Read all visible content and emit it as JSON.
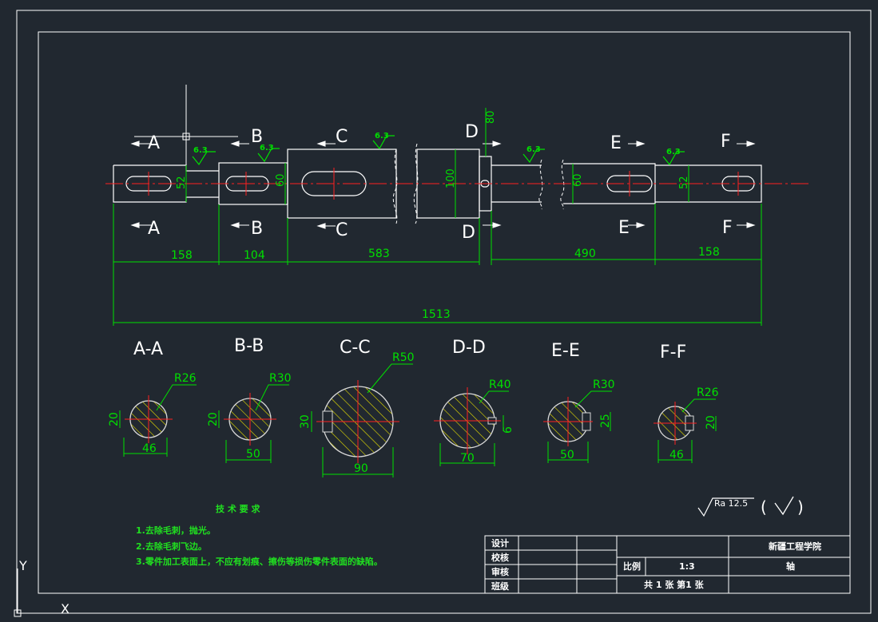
{
  "colors": {
    "background": "#212830",
    "line": "#ffffff",
    "dimension": "#00e000",
    "center": "#ff2020",
    "hatch": "#e8e000",
    "section": "#d8d8d8",
    "notes": "#20e020"
  },
  "section_labels": {
    "a": "A",
    "b": "B",
    "c": "C",
    "d": "D",
    "e": "E",
    "f": "F"
  },
  "roughness_tag": "6.3",
  "dims": {
    "a_dia": "52",
    "b_dia": "60",
    "d_top": "80",
    "c_dia": "100",
    "e_dia": "60",
    "f_dia": "52",
    "l1": "158",
    "l2": "104",
    "l3": "583",
    "l4": "490",
    "l5": "158",
    "total": "1513"
  },
  "sections": [
    {
      "title": "A-A",
      "radius": "R26",
      "key": "20",
      "width": "46"
    },
    {
      "title": "B-B",
      "radius": "R30",
      "key": "20",
      "width": "50"
    },
    {
      "title": "C-C",
      "radius": "R50",
      "key": "30",
      "width": "90"
    },
    {
      "title": "D-D",
      "radius": "R40",
      "key": "6",
      "width": "70"
    },
    {
      "title": "E-E",
      "radius": "R30",
      "key": "25",
      "width": "50"
    },
    {
      "title": "F-F",
      "radius": "R26",
      "key": "20",
      "width": "46"
    }
  ],
  "tech": {
    "title": "技 术 要 求",
    "items": [
      "1.去除毛刺，抛光。",
      "2.去除毛刺飞边。",
      "3.零件加工表面上，不应有划痕、擦伤等损伤零件表面的缺陷。"
    ]
  },
  "roughness_general": {
    "label": "Ra 12.5",
    "paren_open": "(",
    "paren_close": ")"
  },
  "title_block": {
    "design": "设计",
    "check": "校核",
    "review": "审核",
    "class": "班级",
    "school": "新疆工程学院",
    "scale_label": "比例",
    "scale_value": "1:3",
    "part": "轴",
    "sheet": "共 1 张 第1 张"
  },
  "axis": {
    "y": "Y",
    "x": "X"
  }
}
